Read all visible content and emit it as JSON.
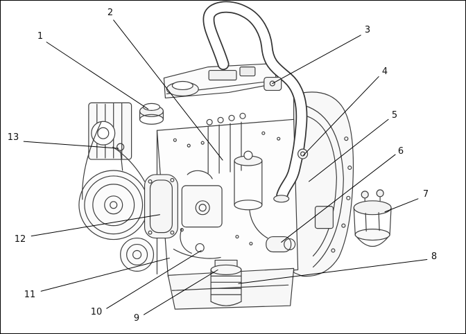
{
  "figure": {
    "kind": "engine-parts-callout-diagram",
    "colors": {
      "background": "#ffffff",
      "line": "#000000",
      "art_stroke": "#3c3c3c"
    }
  },
  "callouts": [
    {
      "label": "1"
    },
    {
      "label": "2"
    },
    {
      "label": "3"
    },
    {
      "label": "4"
    },
    {
      "label": "5"
    },
    {
      "label": "6"
    },
    {
      "label": "7"
    },
    {
      "label": "8"
    },
    {
      "label": "9"
    },
    {
      "label": "10"
    },
    {
      "label": "11"
    },
    {
      "label": "12"
    },
    {
      "label": "13"
    }
  ]
}
